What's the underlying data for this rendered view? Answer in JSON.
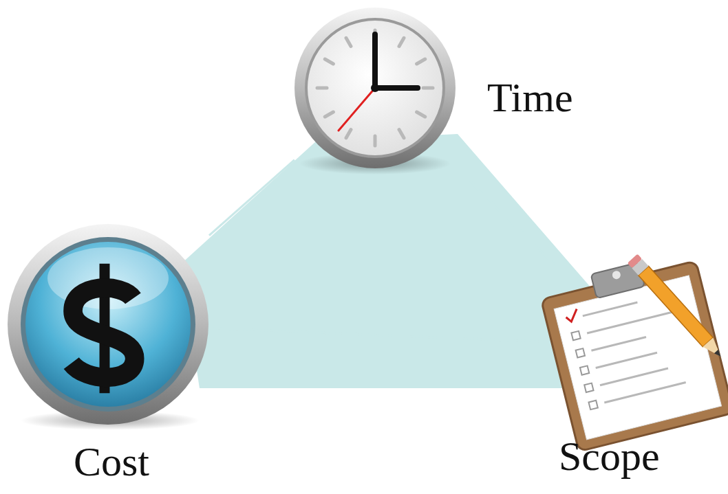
{
  "diagram": {
    "nodes": [
      {
        "text": [
          "Time"
        ]
      },
      {
        "text": [
          "Cost"
        ]
      },
      {
        "text": [
          "Scope"
        ]
      }
    ],
    "edges": [
      {
        "from": 0,
        "to": 1,
        "arrow": "none"
      },
      {
        "from": 1,
        "to": 2,
        "arrow": "none"
      },
      {
        "from": 2,
        "to": 0,
        "arrow": "none"
      }
    ]
  }
}
